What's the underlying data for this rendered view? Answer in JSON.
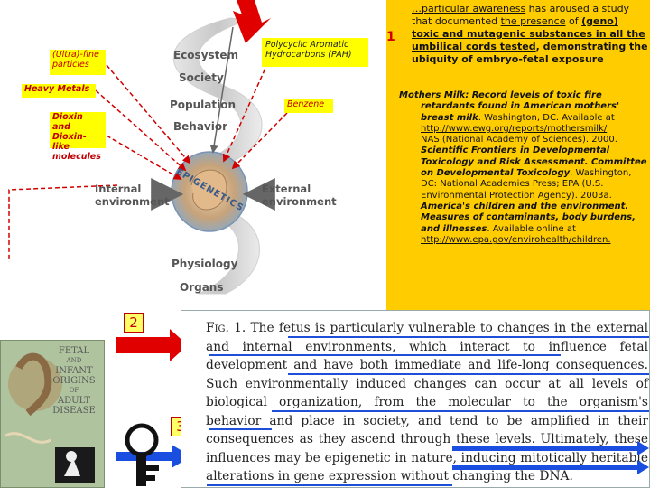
{
  "diagram": {
    "levels": [
      "Ecosystem",
      "Society",
      "Population",
      "Behavior",
      "Physiology",
      "Organs"
    ],
    "center_label": "EPIGENETICS",
    "internal_env": [
      "Internal",
      "environment"
    ],
    "external_env": [
      "External",
      "environment"
    ],
    "tags": {
      "pah": "Polycyclic Aromatic Hydrocarbons (PAH)",
      "ultrafine": "(Ultra)-fine particles",
      "heavy_metals": "Heavy Metals",
      "benzene": "Benzene",
      "dioxin": "Dioxin and Dioxin-like molecules"
    }
  },
  "panel": {
    "marker": "1",
    "intro": {
      "lead": "…particular awareness",
      "rest1": " has aroused a study that documented ",
      "presence": "the presence",
      "rest2": " of ",
      "bold1": "(geno) toxic and mutagenic substances in all the umbilical cords tested",
      "rest3": ", demonstrating the ubiquity of  embryo-fetal exposure"
    },
    "ref1_title": "Mothers Milk: Record levels of toxic fire retardants found in American mothers' breast milk",
    "ref1_rest": ". Washington, DC. Available at ",
    "ref1_url": "http://www.ewg.org/reports/mothersmilk/",
    "ref2_a": "NAS (National Academy of Sciences). 2000. ",
    "ref2_title": "Scientific Frontiers in Developmental Toxicology and Risk Assessment. Committee on Developmental Toxicology",
    "ref2_rest": ". Washington, DC: National Academies Press; EPA (U.S. Environmental Protection Agency). 2003a. ",
    "ref3_title": "America's children and the environment. Measures of contaminants, body burdens, and illnesses",
    "ref3_rest": ". Available online at ",
    "ref3_url": "http://www.epa.gov/envirohealth/children."
  },
  "markers": {
    "m2": "2",
    "m3": "3"
  },
  "caption": {
    "fig": "Fig. 1.",
    "text": "The fetus is particularly vulnerable to changes in the external and internal environments, which interact to influence fetal development and have both immediate and life-long consequences. Such environmentally induced changes can occur at all levels of biological organization, from the molecular to the organism's behavior and place in society, and tend to be amplified in their consequences as they ascend through these levels. Ultimately, these influences may be epigenetic in nature, inducing mitotically heritable alterations in gene expression without changing the DNA."
  },
  "book": {
    "title_lines": [
      "FETAL",
      "AND",
      "INFANT",
      "ORIGINS",
      "OF",
      "ADULT",
      "DISEASE"
    ]
  },
  "colors": {
    "panel": "#ffcc00",
    "tag": "#ffff00",
    "arrow_red": "#e00000",
    "arrow_blue": "#1040e0"
  }
}
